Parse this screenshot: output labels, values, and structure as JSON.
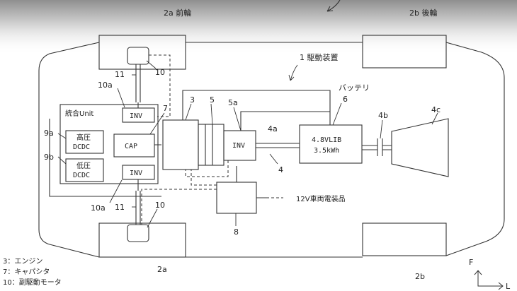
{
  "labels": {
    "wheel_front_top": "2a 前輪",
    "wheel_rear_top": "2b 後輪",
    "wheel_front_bottom": "2a",
    "wheel_rear_bottom": "2b",
    "drive_device": "1 駆動装置",
    "battery": "バッテリ",
    "integrated_unit": "統合Unit",
    "inv": "INV",
    "cap": "CAP",
    "hv_dcdc_1": "高圧",
    "hv_dcdc_2": "DCDC",
    "lv_dcdc_1": "低圧",
    "lv_dcdc_2": "DCDC",
    "battery_spec_1": "4.8VLIB",
    "battery_spec_2": "3.5kWh",
    "accessories": "12V車両電装品",
    "direction_f": "F",
    "direction_l": "L"
  },
  "refs": {
    "r3": "3",
    "r5": "5",
    "r5a": "5a",
    "r7": "7",
    "r6": "6",
    "r4a": "4a",
    "r4": "4",
    "r4b": "4b",
    "r4c": "4c",
    "r8": "8",
    "r9a": "9a",
    "r9b": "9b",
    "r10a_top": "10a",
    "r10a_bottom": "10a",
    "r10_top": "10",
    "r10_bottom": "10",
    "r11_top": "11",
    "r11_bottom": "11"
  },
  "legend": [
    "3：エンジン",
    "7：キャパシタ",
    "10：副駆動モータ"
  ]
}
